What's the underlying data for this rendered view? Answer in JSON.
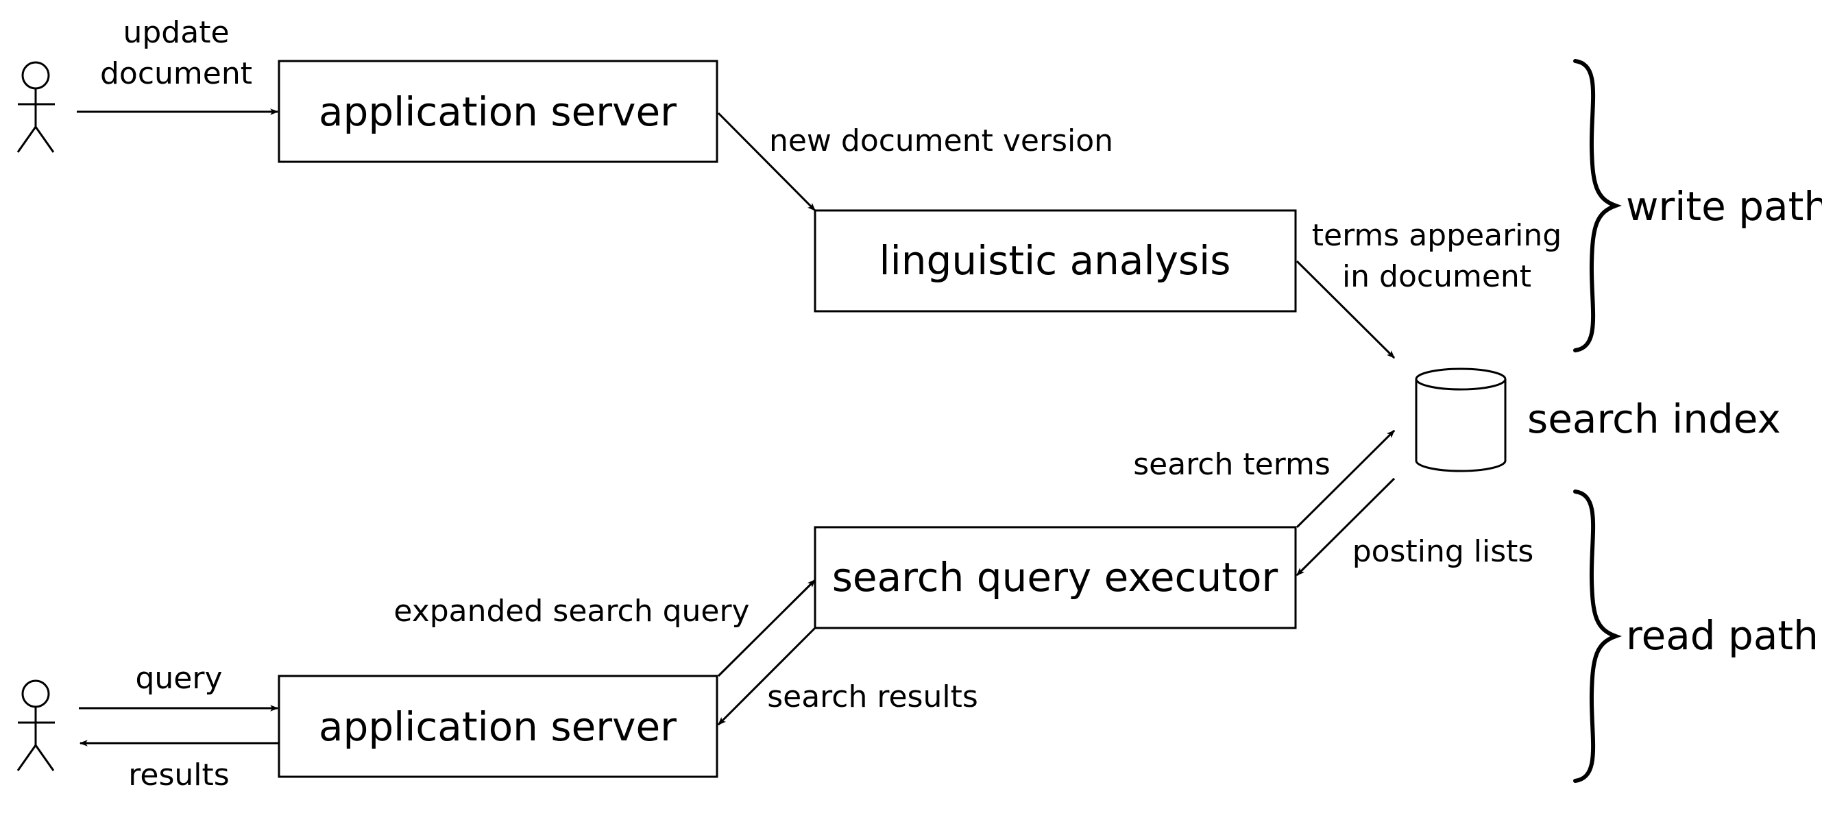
{
  "diagram": {
    "actors": [
      {
        "name": "writer-actor"
      },
      {
        "name": "reader-actor"
      }
    ],
    "boxes": {
      "app_server_write": "application server",
      "linguistic_analysis": "linguistic analysis",
      "search_query_executor": "search query executor",
      "app_server_read": "application server"
    },
    "store": {
      "search_index": "search index"
    },
    "edges": {
      "update_document_1": "update",
      "update_document_2": "document",
      "new_document_version": "new document version",
      "terms_appearing_1": "terms appearing",
      "terms_appearing_2": "in document",
      "search_terms": "search terms",
      "posting_lists": "posting lists",
      "expanded_search_query": "expanded search query",
      "search_results": "search results",
      "query": "query",
      "results": "results"
    },
    "paths": {
      "write_path": "write path",
      "read_path": "read path"
    }
  }
}
